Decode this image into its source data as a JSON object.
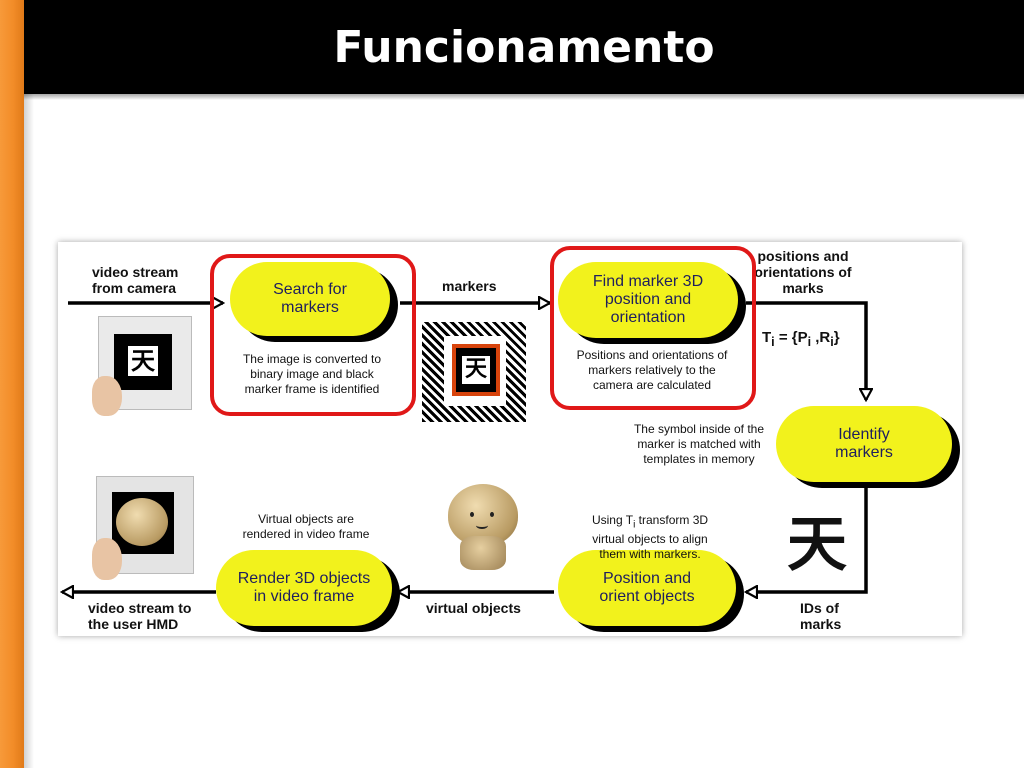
{
  "slide": {
    "title": "Funcionamento"
  },
  "diagram": {
    "labels": {
      "input": "video stream\nfrom camera",
      "markers": "markers",
      "positions": "positions and\norientations of\nmarks",
      "formula_prefix": "T",
      "formula_sub": "i",
      "formula_rest": " = {P",
      "formula_sub2": "i",
      "formula_mid": " ,R",
      "formula_sub3": "i",
      "formula_end": "}",
      "ids": "IDs of\nmarks",
      "virtual_objects": "virtual objects",
      "output": "video stream to\nthe user HMD"
    },
    "boxes": {
      "search": "Search for\nmarkers",
      "find": "Find marker 3D\nposition and\norientation",
      "identify": "Identify\nmarkers",
      "position": "Position and\norient objects",
      "render": "Render 3D objects\nin video frame"
    },
    "notes": {
      "search": "The image is converted to\nbinary image and black\nmarker frame is identified",
      "find": "Positions and orientations of\nmarkers relatively to the\ncamera are calculated",
      "identify": "The symbol inside of the\nmarker is matched with\ntemplates in memory",
      "position_a": "Using T",
      "position_sub": "i",
      "position_b": " transform 3D\nvirtual objects to align\nthem with markers.",
      "render": "Virtual objects are\nrendered in video frame"
    },
    "marker_glyph": "天",
    "highlight_color": "#e01818",
    "box_color": "#f2f21c"
  }
}
